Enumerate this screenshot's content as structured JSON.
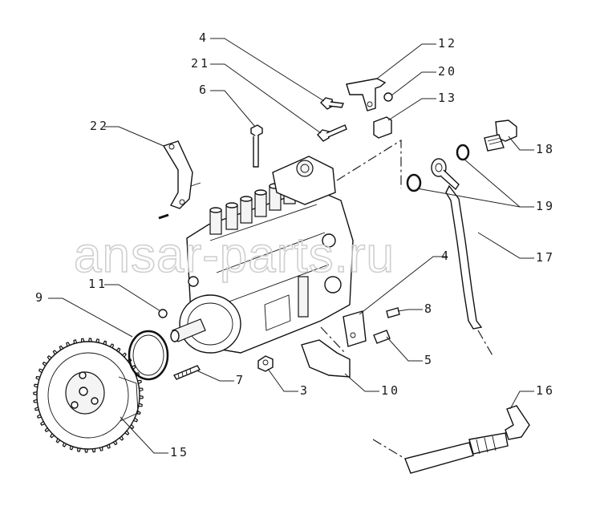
{
  "watermark": "ansar-parts.ru",
  "callouts": {
    "c4a": "4",
    "c21": "21",
    "c6": "6",
    "c22": "22",
    "c12": "12",
    "c20": "20",
    "c13": "13",
    "c18": "18",
    "c19": "19",
    "c17": "17",
    "c11": "11",
    "c4b": "4",
    "c8": "8",
    "c5": "5",
    "c9": "9",
    "c7": "7",
    "c3": "3",
    "c10": "10",
    "c16": "16",
    "c15": "15"
  }
}
